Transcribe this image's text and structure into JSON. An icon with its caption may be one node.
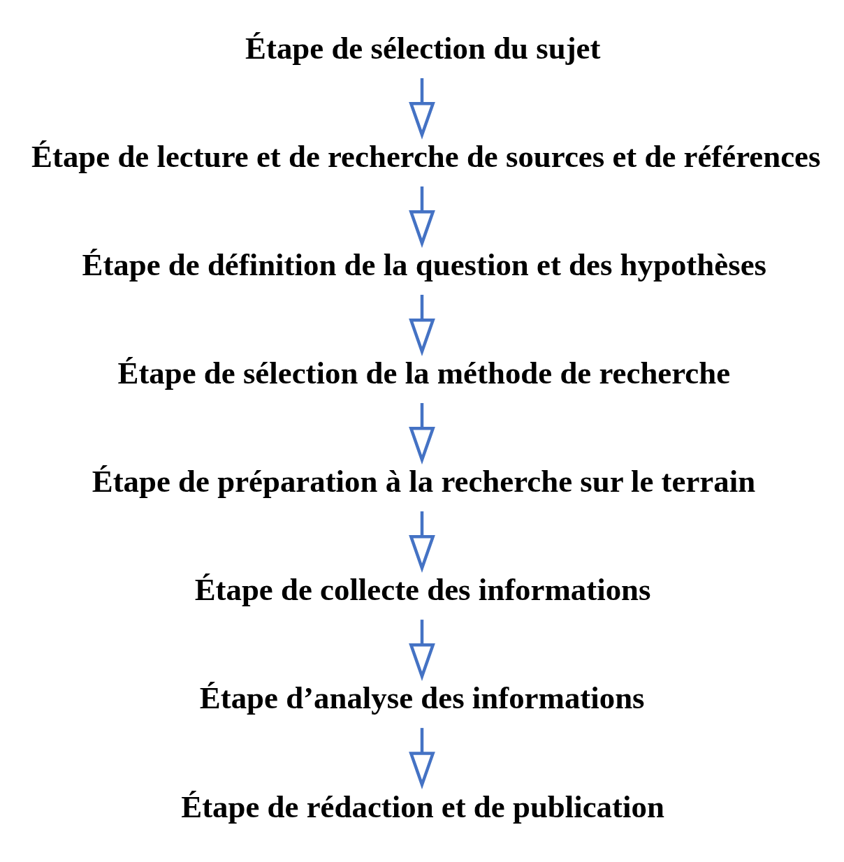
{
  "diagram": {
    "nodes": [
      {
        "text": [
          "Étape de sélection du sujet"
        ]
      },
      {
        "text": [
          "Étape de lecture et de recherche de sources et de références"
        ]
      },
      {
        "text": [
          "Étape de définition de la question et des hypothèses"
        ]
      },
      {
        "text": [
          "Étape de sélection de la méthode de recherche"
        ]
      },
      {
        "text": [
          "Étape de préparation à la recherche sur le terrain"
        ]
      },
      {
        "text": [
          "Étape de collecte des informations"
        ]
      },
      {
        "text": [
          "Étape d’analyse des informations"
        ]
      },
      {
        "text": [
          "Étape de rédaction et de publication"
        ]
      }
    ],
    "edges": [
      {
        "from": 0,
        "to": 1,
        "arrow": "to"
      },
      {
        "from": 1,
        "to": 2,
        "arrow": "to"
      },
      {
        "from": 2,
        "to": 3,
        "arrow": "to"
      },
      {
        "from": 3,
        "to": 4,
        "arrow": "to"
      },
      {
        "from": 4,
        "to": 5,
        "arrow": "to"
      },
      {
        "from": 5,
        "to": 6,
        "arrow": "to"
      },
      {
        "from": 6,
        "to": 7,
        "arrow": "to"
      }
    ]
  }
}
